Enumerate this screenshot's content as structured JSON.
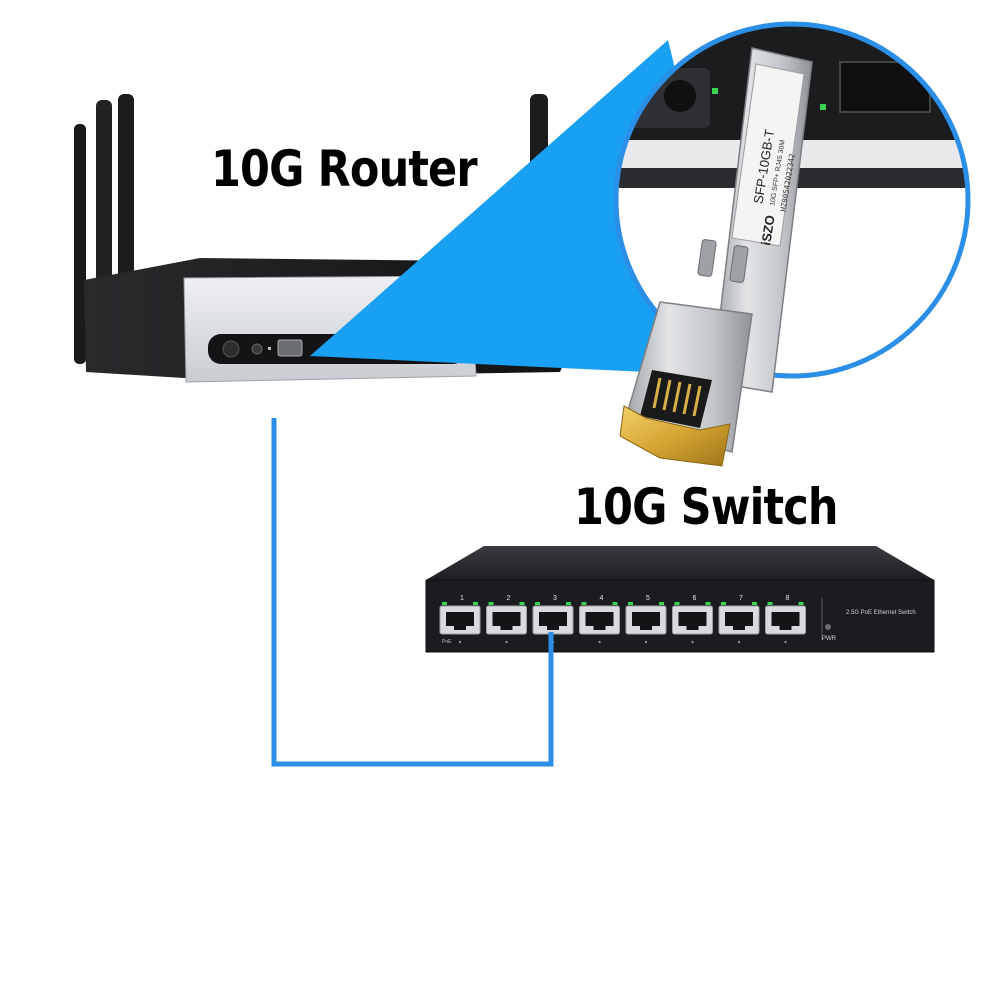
{
  "labels": {
    "router": "10G Router",
    "switch": "10G Switch"
  },
  "module": {
    "brand": "iSZO",
    "model": "SFP-10GB-T",
    "line2": "10G SFP+ RJ45 30M",
    "serial": "HZ00542022342"
  },
  "switch_device": {
    "name": "2.5G PoE Ethernet Switch",
    "power_label": "PWR",
    "ports": [
      "1",
      "2",
      "3",
      "4",
      "5",
      "6",
      "7",
      "8"
    ],
    "port_caption": "PoE"
  },
  "colors": {
    "cable": "#2b8fe8",
    "beam": "#1aa0f2",
    "router_body": "#1c1c1e",
    "router_panel": "#d9dbdf",
    "switch_body": "#1b1c1f",
    "module_metal": "#c9cbcf",
    "rj45_gold": "#d6a533"
  }
}
